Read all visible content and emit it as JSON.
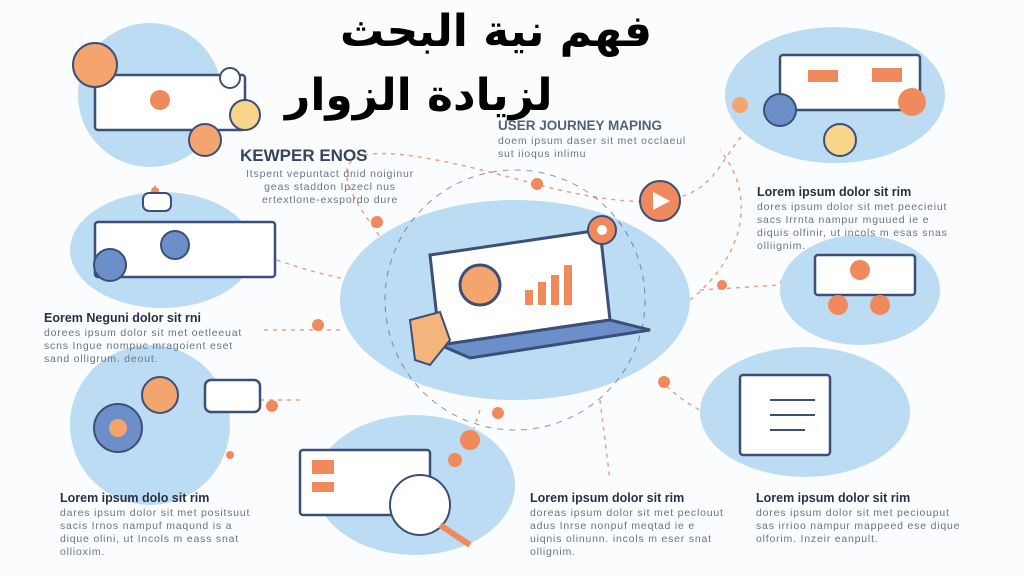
{
  "title": {
    "line1": "فهم نية البحث",
    "line2": "لزيادة الزوار"
  },
  "colors": {
    "circle": "#bcdcf3",
    "accent": "#f08a5d",
    "outline": "#3c4f78",
    "panel": "#ffffff"
  },
  "center_heading": {
    "title": "KEWPER ENOS",
    "text": "Itspent vepuntact dnid noiginur geas staddon Ipzecl nus ertextlone-exspordo dure"
  },
  "journey": {
    "title": "USER JOURNEY MAPING",
    "text": "doem ipsum daser sit met occlaeul sut iioqus inlimu"
  },
  "blocks": [
    {
      "title": "Eorem Neguni dolor sit rni",
      "text": "dorees ipsum dolor sit met oetleeuat scns Ingue nompuc mragoient eset sand olligrum. deout."
    },
    {
      "title": "Lorem ipsum dolor sit rim",
      "text": "dores ipsum dolor sit met peecieiut sacs Irrnta nampur mguued ie e diquis olfinir, ut incols m esas snas olliignim."
    },
    {
      "title": "Lorem ipsum dolo sit rim",
      "text": "dares ipsum dolor sit met positsuut sacis Irnos nampuf maqund is a dique olini, ut Incols m eass snat ollioxim."
    },
    {
      "title": "Lorem ipsum dolor sit rim",
      "text": "doreas ipsum dolor sit met peclouut adus Inrse nonpuf meqtad ie e uiqnis olinunn. incols m eser snat ollignim."
    },
    {
      "title": "Lorem ipsum dolor sit rim",
      "text": "dores ipsum dolor sit met peciouput sas irrioo nampur mappeed ese dique olforim. Inzeir eanpult."
    }
  ],
  "icons": [
    "gear-icon",
    "megaphone-icon",
    "lightbulb-icon",
    "laptop-icon",
    "location-pin-icon",
    "play-icon",
    "user-icon",
    "chat-bubble-icon",
    "hand-pointer-icon",
    "checklist-icon",
    "magnifier-icon",
    "bar-chart-icon"
  ]
}
